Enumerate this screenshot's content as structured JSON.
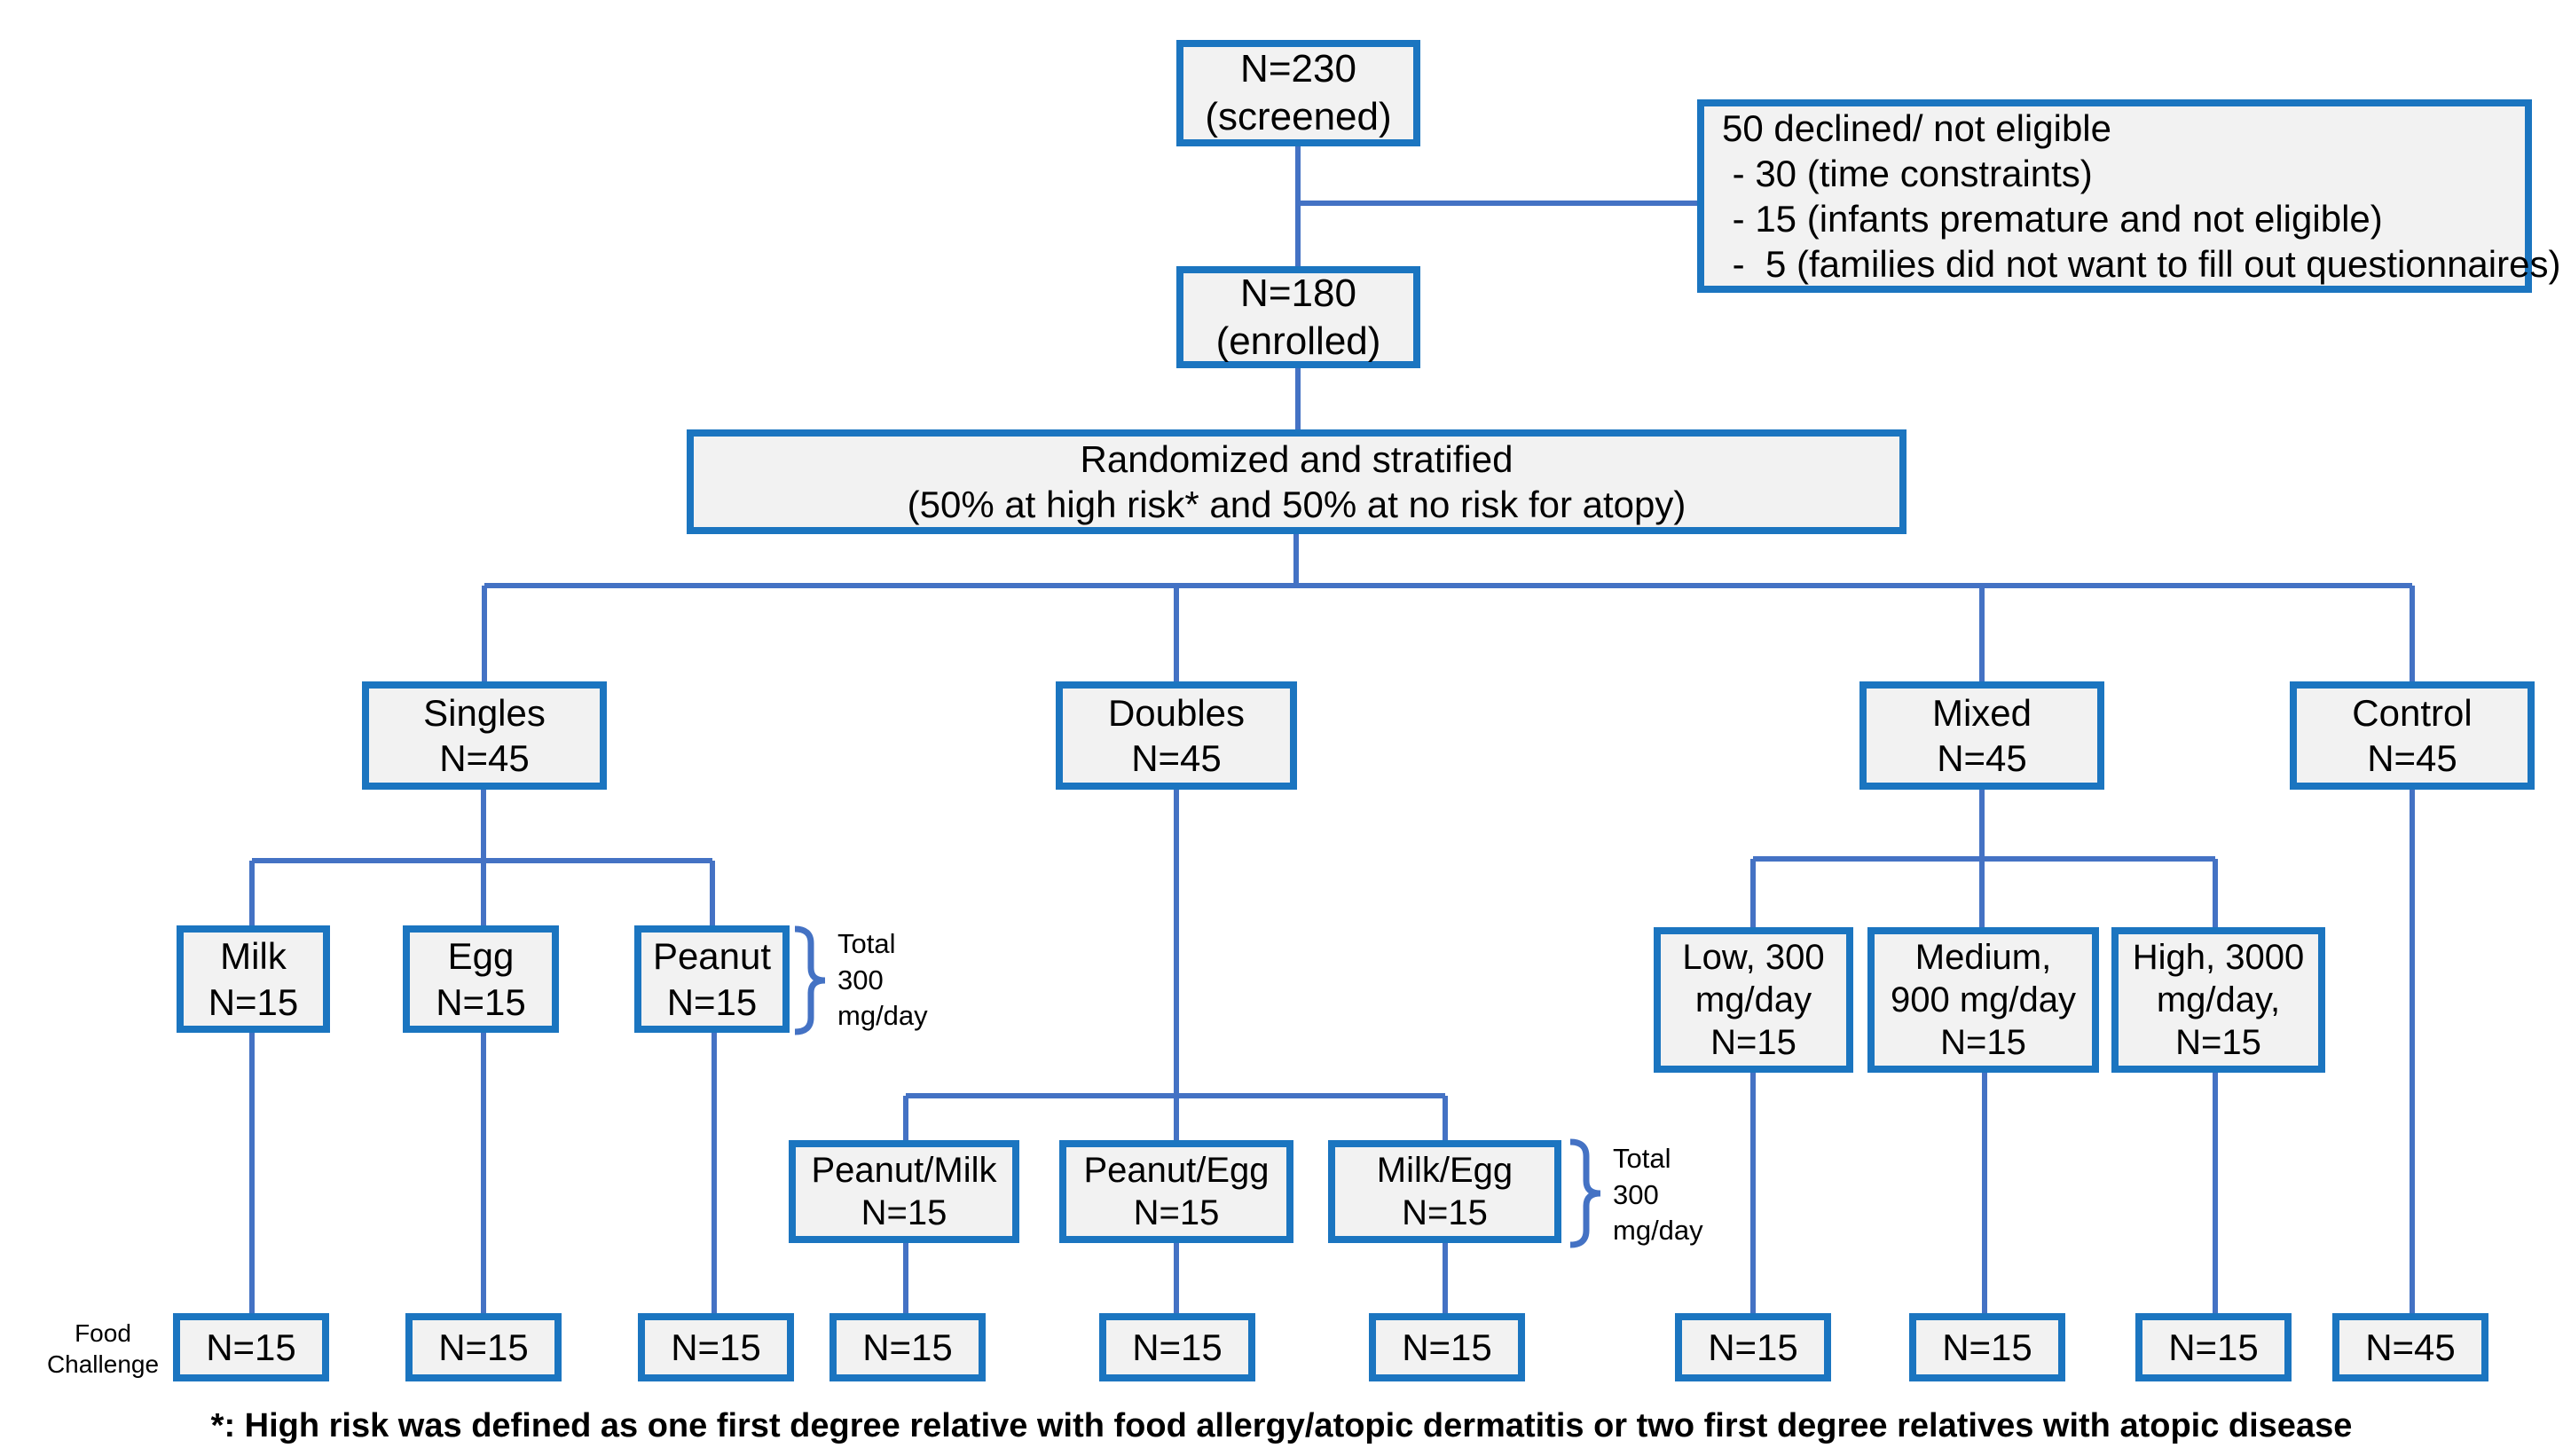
{
  "colors": {
    "box_border": "#1b75c0",
    "box_fill": "#f2f2f2",
    "connector": "#4472c4",
    "text": "#000000"
  },
  "nodes": {
    "screened": {
      "lines": [
        "N=230",
        "(screened)"
      ]
    },
    "declined": {
      "lines": [
        "50 declined/ not eligible",
        " - 30 (time constraints)",
        " - 15 (infants premature and not eligible)",
        " -  5 (families did not want to fill out questionnaires)"
      ]
    },
    "enrolled": {
      "lines": [
        "N=180",
        "(enrolled)"
      ]
    },
    "randomized": {
      "lines": [
        "Randomized and stratified",
        "(50% at high risk* and 50% at no risk for atopy)"
      ]
    },
    "singles": {
      "lines": [
        "Singles",
        "N=45"
      ]
    },
    "doubles": {
      "lines": [
        "Doubles",
        "N=45"
      ]
    },
    "mixed": {
      "lines": [
        "Mixed",
        "N=45"
      ]
    },
    "control": {
      "lines": [
        "Control",
        "N=45"
      ]
    },
    "milk": {
      "lines": [
        "Milk",
        "N=15"
      ]
    },
    "egg": {
      "lines": [
        "Egg",
        "N=15"
      ]
    },
    "peanut": {
      "lines": [
        "Peanut",
        "N=15"
      ]
    },
    "peanut_milk": {
      "lines": [
        "Peanut/Milk",
        "N=15"
      ]
    },
    "peanut_egg": {
      "lines": [
        "Peanut/Egg",
        "N=15"
      ]
    },
    "milk_egg": {
      "lines": [
        "Milk/Egg",
        "N=15"
      ]
    },
    "mixed_low": {
      "lines": [
        "Low, 300",
        "mg/day",
        "N=15"
      ]
    },
    "mixed_medium": {
      "lines": [
        "Medium,",
        "900 mg/day",
        "N=15"
      ]
    },
    "mixed_high": {
      "lines": [
        "High, 3000",
        "mg/day,",
        "N=15"
      ]
    }
  },
  "food_challenge_row": [
    "N=15",
    "N=15",
    "N=15",
    "N=15",
    "N=15",
    "N=15",
    "N=15",
    "N=15",
    "N=15",
    "N=45"
  ],
  "annotations": {
    "singles_bracket": {
      "lines": [
        "Total",
        "300",
        "mg/day"
      ]
    },
    "doubles_bracket": {
      "lines": [
        "Total",
        "300",
        "mg/day"
      ]
    },
    "food_challenge_label": {
      "lines": [
        "Food",
        "Challenge"
      ]
    },
    "footnote": "*: High risk was defined as one first degree relative with food allergy/atopic dermatitis or two first degree relatives with atopic disease"
  }
}
